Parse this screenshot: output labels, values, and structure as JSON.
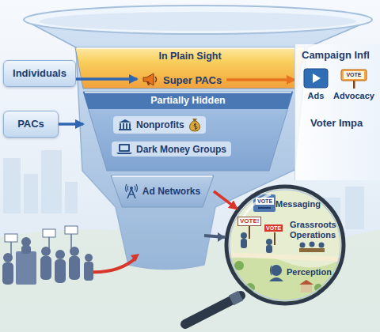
{
  "diagram": {
    "nodes": [
      {
        "text": [
          "Individuals"
        ]
      },
      {
        "text": [
          "PACs"
        ]
      },
      {
        "text": [
          "In Plain Sight"
        ]
      },
      {
        "text": [
          "Super PACs"
        ],
        "in": 2
      },
      {
        "text": [
          "Partially Hidden"
        ]
      },
      {
        "text": [
          "Nonprofits"
        ],
        "in": 4
      },
      {
        "text": [
          "Dark Money Groups"
        ],
        "in": 4
      },
      {
        "text": [
          "Ad Networks"
        ]
      },
      {
        "text": [
          "Campaign Infl"
        ]
      },
      {
        "text": [
          "Ads"
        ],
        "in": 8
      },
      {
        "text": [
          "Advocacy"
        ],
        "in": 8
      },
      {
        "text": [
          "Messaging",
          "Grassroots Operations",
          "Perception"
        ]
      }
    ],
    "edges": [
      {
        "from": 0,
        "to": 3,
        "arrow": "to"
      },
      {
        "from": 1,
        "to": 4,
        "arrow": "to"
      },
      {
        "from": 3,
        "to": 8,
        "arrow": "to"
      },
      {
        "from": 7,
        "to": 11,
        "arrow": "to"
      }
    ],
    "labels": [
      "Voter Impa",
      "VOTE",
      "VOTE",
      "VOTE!",
      "VOTE"
    ]
  }
}
